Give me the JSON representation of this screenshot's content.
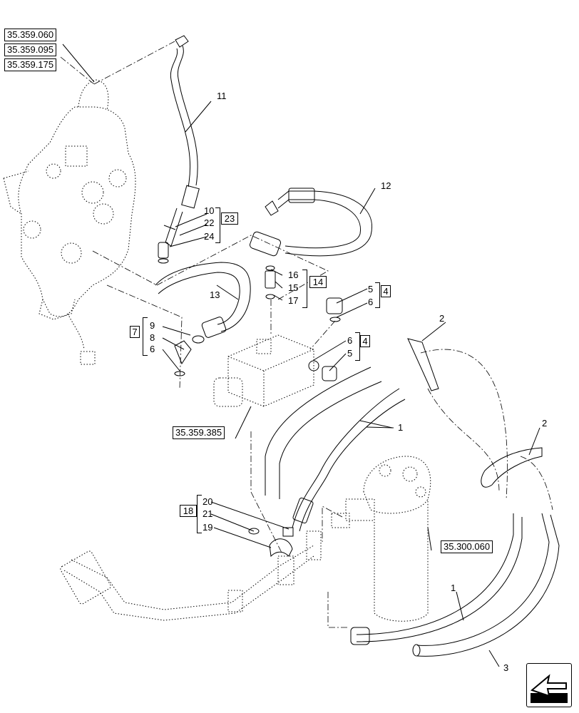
{
  "reference_links": {
    "r1": "35.359.060",
    "r2": "35.359.095",
    "r3": "35.359.175",
    "r4": "35.359.385",
    "r5": "35.300.060"
  },
  "group_boxes": {
    "g23": "23",
    "g14": "14",
    "g4a": "4",
    "g7": "7",
    "g4b": "4",
    "g18": "18"
  },
  "callouts": {
    "c11": "11",
    "c12": "12",
    "c10": "10",
    "c22": "22",
    "c24": "24",
    "c13": "13",
    "c16": "16",
    "c15": "15",
    "c17": "17",
    "c5a": "5",
    "c6a": "6",
    "c9": "9",
    "c8": "8",
    "c6b": "6",
    "c6c": "6",
    "c5b": "5",
    "c2a": "2",
    "c1a": "1",
    "c2b": "2",
    "c20": "20",
    "c21": "21",
    "c19": "19",
    "c1b": "1",
    "c3": "3"
  },
  "icons": {
    "nav": "arrow-left-icon"
  }
}
